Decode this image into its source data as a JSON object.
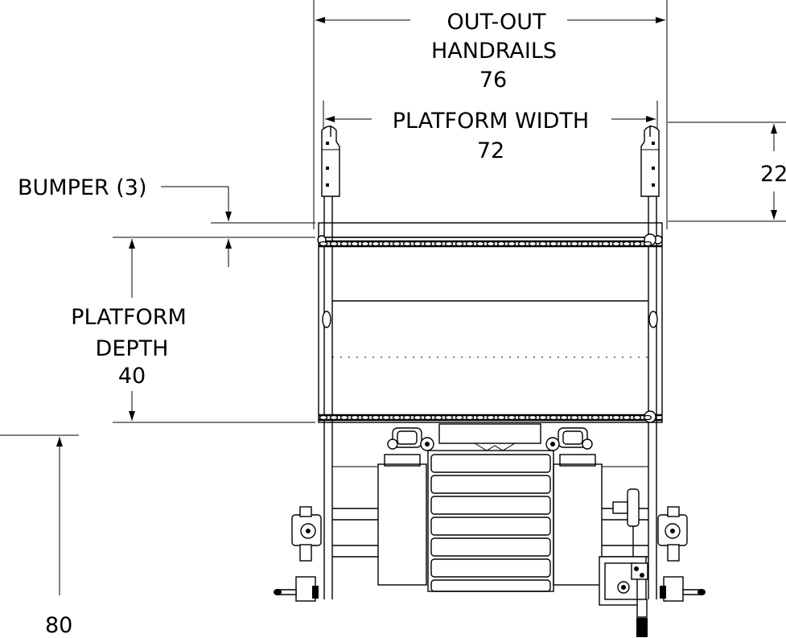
{
  "dimensions": {
    "outout_handrails": {
      "line1": "OUT-OUT",
      "line2": "HANDRAILS",
      "value": "76"
    },
    "platform_width": {
      "label": "PLATFORM WIDTH",
      "value": "72"
    },
    "rail_height": {
      "value": "22"
    },
    "bumper": {
      "label": "BUMPER (3)"
    },
    "platform_depth": {
      "line1": "PLATFORM",
      "line2": "DEPTH",
      "value": "40"
    },
    "overall_height": {
      "value": "80"
    }
  }
}
